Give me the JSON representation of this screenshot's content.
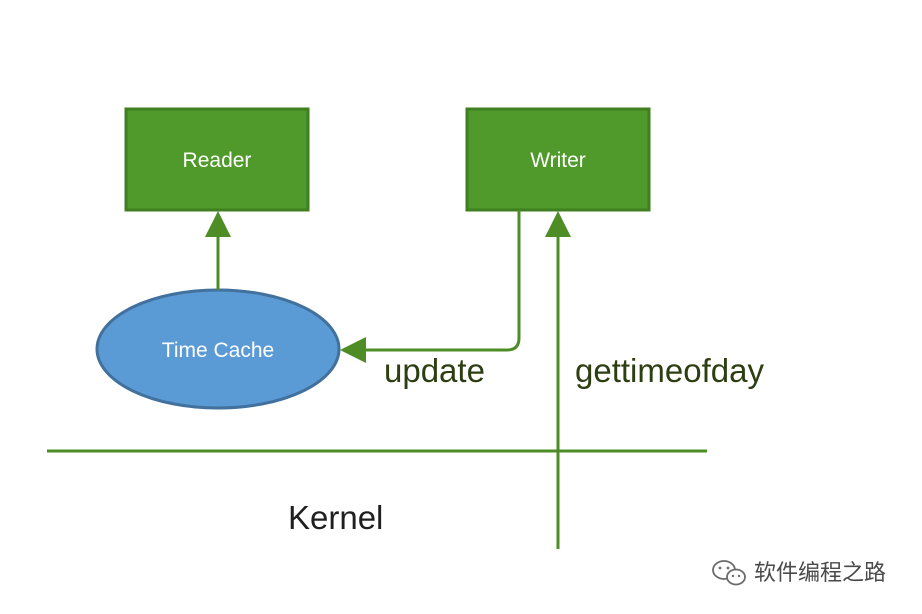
{
  "nodes": {
    "reader": "Reader",
    "writer": "Writer",
    "time_cache": "Time Cache"
  },
  "edges": {
    "update": "update",
    "gettimeofday": "gettimeofday"
  },
  "regions": {
    "kernel": "Kernel"
  },
  "watermark": {
    "text": "软件编程之路",
    "icon": "wechat-icon"
  },
  "colors": {
    "box_fill": "#4f9a2a",
    "box_stroke": "#3f7f1f",
    "ellipse_fill": "#5b9bd5",
    "ellipse_stroke": "#41719c",
    "line": "#4e8c26"
  }
}
